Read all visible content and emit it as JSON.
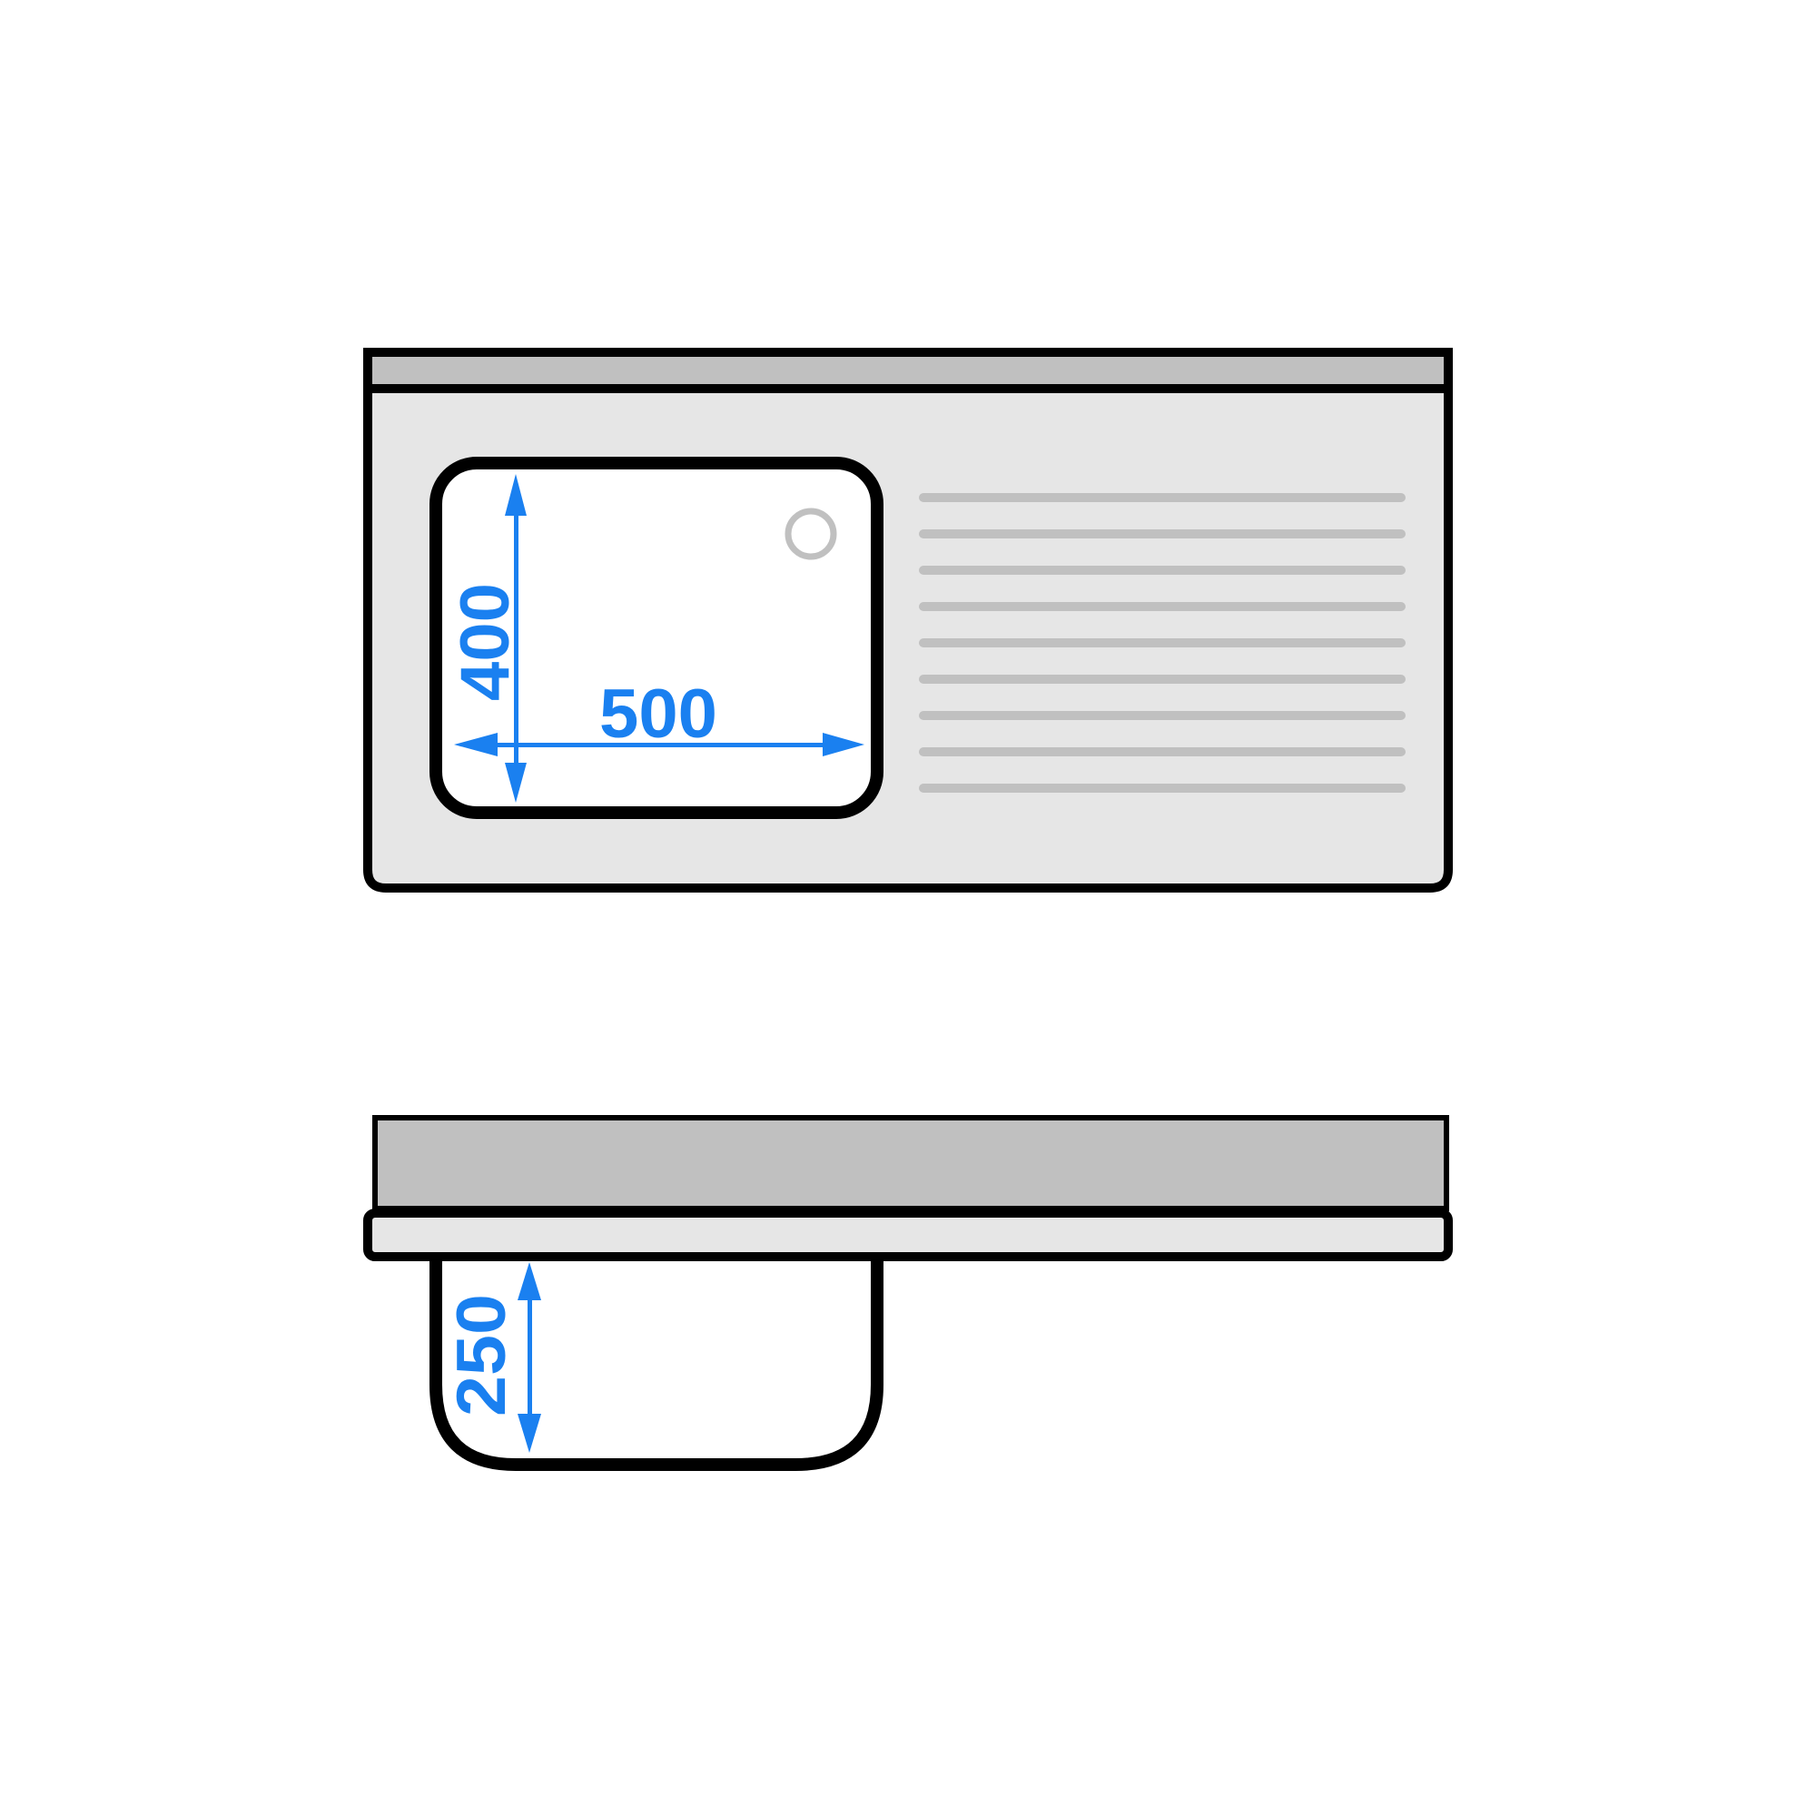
{
  "diagram": {
    "type": "technical-drawing",
    "subject": "sink unit with single basin (left) and ribbed drainer (right)",
    "views": [
      {
        "name": "top-view"
      },
      {
        "name": "side-view"
      }
    ],
    "dimensions": {
      "basin_width": "500",
      "basin_depth": "400",
      "basin_height": "250"
    },
    "drainer_ribs": 9,
    "colors": {
      "outline": "#000000",
      "surface": "#e6e6e6",
      "upstand": "#c0c0c0",
      "rib": "#c0c0c0",
      "basin": "#ffffff",
      "dimension": "#1a80f0",
      "drain_hole": "#c0c0c0"
    }
  }
}
